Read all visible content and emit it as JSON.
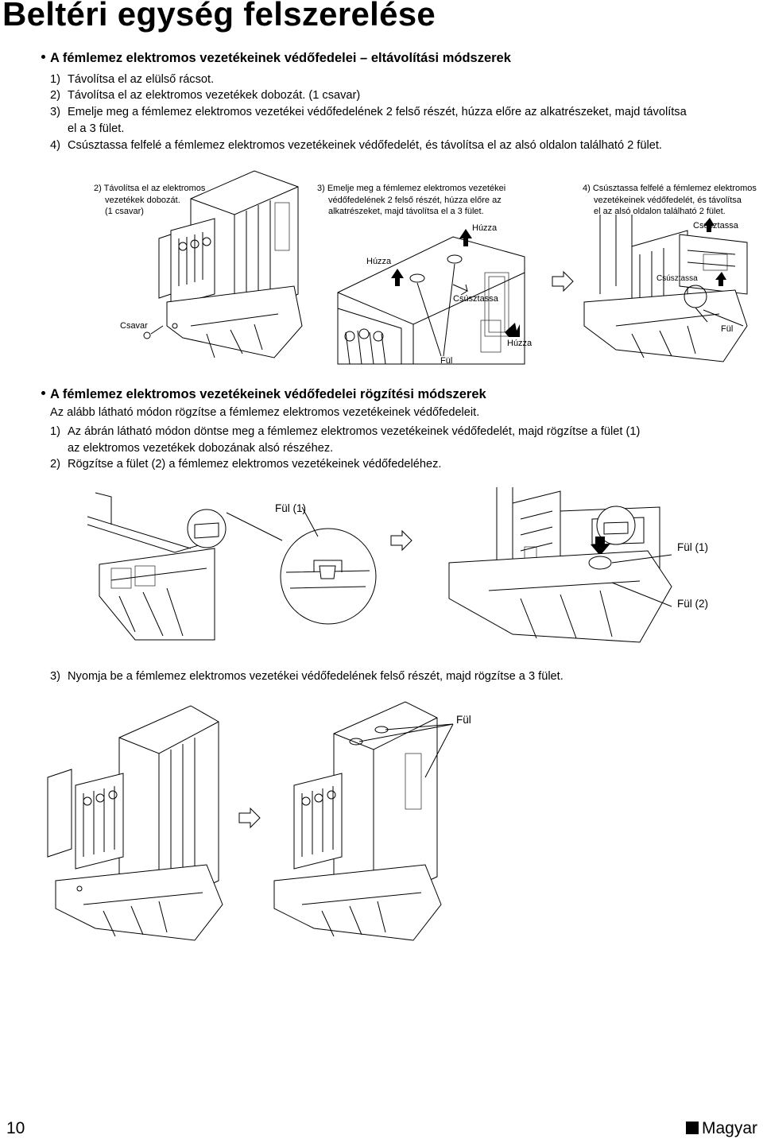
{
  "page_title": "Beltéri egység felszerelése",
  "section1": {
    "heading": "A fémlemez elektromos vezetékeinek védőfedelei – eltávolítási módszerek",
    "steps": [
      {
        "num": "1)",
        "text": "Távolítsa el az elülső rácsot."
      },
      {
        "num": "2)",
        "text": "Távolítsa el az elektromos vezetékek dobozát. (1 csavar)"
      },
      {
        "num": "3)",
        "text_line1": "Emelje meg a fémlemez elektromos vezetékei védőfedelének 2 felső részét, húzza előre az alkatrészeket, majd távolítsa",
        "text_line2": "el a 3 fület."
      },
      {
        "num": "4)",
        "text": "Csúsztassa felfelé a fémlemez elektromos vezetékeinek védőfedelét, és távolítsa el az alsó oldalon található 2 fület."
      }
    ],
    "fig_captions": {
      "c2_l1": "2) Távolítsa el az elektromos",
      "c2_l2": "vezetékek dobozát.",
      "c2_l3": "(1 csavar)",
      "c3_l1": "3) Emelje meg a fémlemez elektromos vezetékei",
      "c3_l2": "védőfedelének 2 felső részét, húzza előre az",
      "c3_l3": "alkatrészeket, majd távolítsa el a 3 fület.",
      "c4_l1": "4) Csúsztassa felfelé a fémlemez elektromos",
      "c4_l2": "vezetékeinek védőfedelét, és távolítsa",
      "c4_l3": "el az alsó oldalon található 2 fület."
    },
    "fig_labels": {
      "csavar": "Csavar",
      "huzza": "Húzza",
      "csusztassa": "Csúsztassa",
      "ful": "Fül"
    }
  },
  "section2": {
    "heading": "A fémlemez elektromos vezetékeinek védőfedelei rögzítési módszerek",
    "intro": "Az alább látható módon rögzítse a fémlemez elektromos vezetékeinek védőfedeleit.",
    "steps": [
      {
        "num": "1)",
        "text_line1": "Az ábrán látható módon döntse meg a fémlemez elektromos vezetékeinek védőfedelét, majd rögzítse a fület (1)",
        "text_line2": "az elektromos vezetékek dobozának alsó részéhez."
      },
      {
        "num": "2)",
        "text": "Rögzítse a fület (2) a fémlemez elektromos vezetékeinek védőfedeléhez."
      },
      {
        "num": "3)",
        "text": "Nyomja be a fémlemez elektromos vezetékei védőfedelének felső részét, majd rögzítse a 3 fület."
      }
    ],
    "fig_labels": {
      "ful1": "Fül (1)",
      "ful2": "Fül (2)",
      "ful": "Fül"
    }
  },
  "footer": {
    "page_number": "10",
    "language": "Magyar"
  }
}
